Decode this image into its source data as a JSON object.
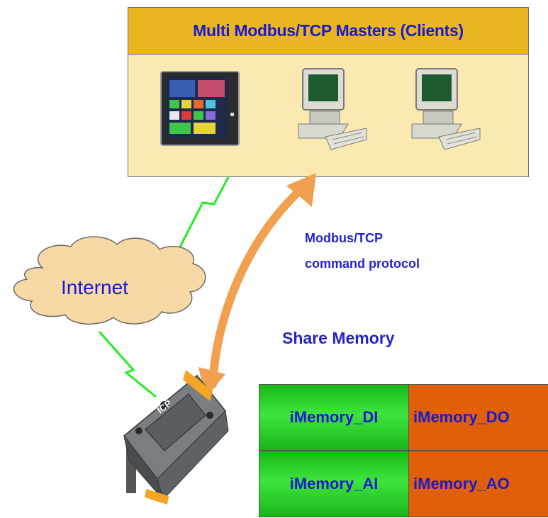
{
  "masters": {
    "title": "Multi Modbus/TCP Masters (Clients)",
    "devices": [
      "touch-panel-icon",
      "computer-icon",
      "computer-icon"
    ]
  },
  "network": {
    "cloud_label": "Internet"
  },
  "protocol": {
    "line1": "Modbus/TCP",
    "line2": "command protocol"
  },
  "share_memory": {
    "title": "Share Memory",
    "cells": [
      [
        "iMemory_DI",
        "iMemory_DO"
      ],
      [
        "iMemory_AI",
        "iMemory_AO"
      ]
    ]
  },
  "colors": {
    "title_bar": "#e9b61f",
    "box_bg": "#fbe9b2",
    "text_blue": "#1a1acc",
    "arrow": "#f0a04e",
    "lightning": "#22ee22",
    "green_cell": "#2fd62f",
    "orange_cell": "#e25f0a"
  }
}
